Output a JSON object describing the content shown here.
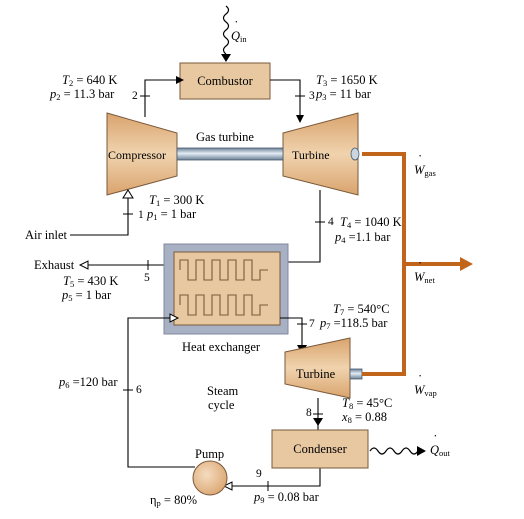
{
  "components": {
    "combustor": "Combustor",
    "compressor": "Compressor",
    "gas_turbine_unit": "Turbine",
    "gas_turbine_label": "Gas turbine",
    "heat_exchanger": "Heat exchanger",
    "steam_turbine": "Turbine",
    "condenser": "Condenser",
    "pump": "Pump",
    "steam_cycle_line1": "Steam",
    "steam_cycle_line2": "cycle"
  },
  "streams": {
    "air_inlet": "Air inlet",
    "exhaust": "Exhaust"
  },
  "heat_and_work": {
    "q_in": {
      "sym": "Q",
      "sub": "in"
    },
    "q_out": {
      "sym": "Q",
      "sub": "out"
    },
    "w_gas": {
      "sym": "W",
      "sub": "gas"
    },
    "w_net": {
      "sym": "W",
      "sub": "net"
    },
    "w_vap": {
      "sym": "W",
      "sub": "vap"
    }
  },
  "state_points": [
    "1",
    "2",
    "3",
    "4",
    "5",
    "6",
    "7",
    "8",
    "9"
  ],
  "states": {
    "T1": "= 300 K",
    "p1": "= 1 bar",
    "T2": "= 640  K",
    "p2": "= 11.3 bar",
    "T3": "= 1650 K",
    "p3": "= 11 bar",
    "T4": "= 1040  K",
    "p4": "=1.1 bar",
    "T5": "= 430 K",
    "p5": "= 1 bar",
    "p6": "=120 bar",
    "T7": "= 540°C",
    "p7": "=118.5 bar",
    "T8": "= 45°C",
    "x8": "= 0.88",
    "p9": "= 0.08 bar"
  },
  "efficiency": {
    "sym": "η",
    "sub": "p",
    "value": "= 80%"
  },
  "colors": {
    "equipment_fill": "#e8c8a0",
    "equipment_stroke": "#7a5a3a",
    "hx_frame": "#a8b0c4",
    "work_line": "#c0651a",
    "flow_line": "#000000"
  }
}
